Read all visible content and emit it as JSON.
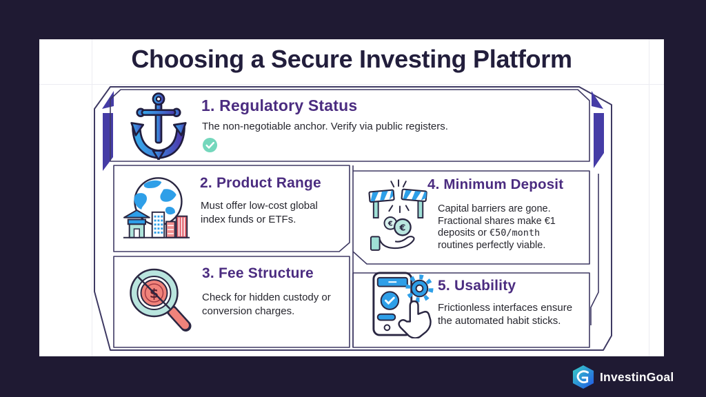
{
  "title": "Choosing a Secure Investing Platform",
  "sections": [
    {
      "heading": "1. Regulatory Status",
      "body": "The non-negotiable anchor. Verify via public registers.",
      "icon": "anchor-icon",
      "badge": "check-circle-icon"
    },
    {
      "heading": "2. Product Range",
      "body_lines": [
        "Must offer low-cost global",
        "index funds or ETFs."
      ],
      "icon": "globe-city-icon"
    },
    {
      "heading": "3. Fee Structure",
      "body_lines": [
        "Check for hidden custody or",
        "conversion charges."
      ],
      "icon": "no-fee-magnifier-icon"
    },
    {
      "heading": "4. Minimum Deposit",
      "body_lines": [
        "Capital barriers are gone.",
        "Fractional shares make €1"
      ],
      "line3_pre": "deposits or ",
      "line3_mono": "€50/month",
      "line4": "routines perfectly viable.",
      "icon": "broken-barrier-hand-icon"
    },
    {
      "heading": "5. Usability",
      "body_lines": [
        "Frictionless interfaces ensure",
        "the automated habit sticks."
      ],
      "icon": "phone-gear-tap-icon"
    }
  ],
  "footer": {
    "brand": "InvestinGoal",
    "logo": "investingoal-hexagon-icon"
  },
  "colors": {
    "background": "#1f1a33",
    "card": "#ffffff",
    "title_text": "#221e3c",
    "heading_purple": "#4b2c80",
    "body_text": "#26262e",
    "frame_line": "#3e3963",
    "accent_indigo": "#453ca6",
    "mint_check": "#74d7bc",
    "icon_blue": "#2e9fe8",
    "icon_teal": "#9fe0d6",
    "icon_coral": "#f0837b",
    "brand_text": "#ffffff"
  }
}
